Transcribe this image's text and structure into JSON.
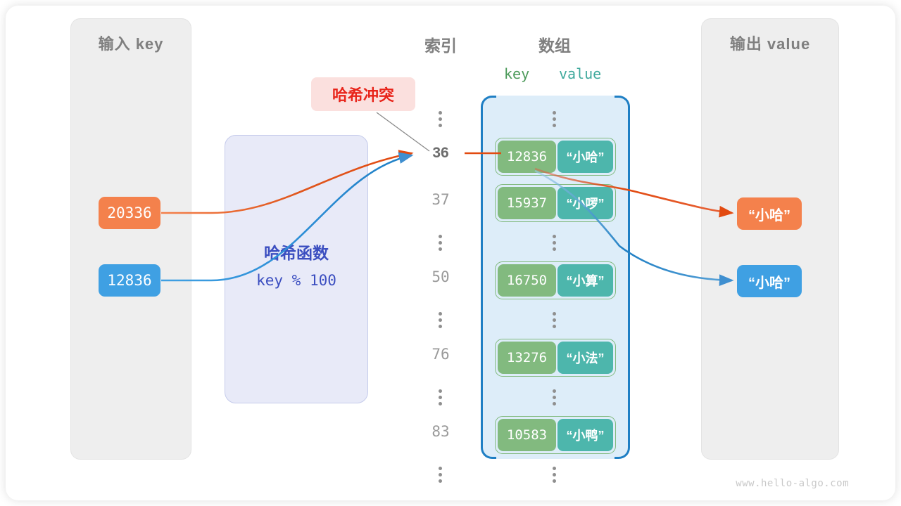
{
  "frame": {
    "watermark": "www.hello-algo.com"
  },
  "panels": {
    "input": {
      "title": "输入 key"
    },
    "output": {
      "title": "输出 value"
    }
  },
  "input_keys": [
    {
      "label": "20336",
      "color": "#f4814c"
    },
    {
      "label": "12836",
      "color": "#3fa0e3"
    }
  ],
  "hash_function": {
    "title": "哈希函数",
    "formula": "key % 100"
  },
  "collision": {
    "label": "哈希冲突",
    "color": "#e8241a",
    "bg": "#fbe0de"
  },
  "columns": {
    "index_header": "索引",
    "array_header": "数组",
    "key_header": "key",
    "value_header": "value",
    "key_color": "#4c9a5a",
    "value_color": "#3fa99c"
  },
  "array_rows": [
    {
      "kind": "dots",
      "index": "",
      "highlight": false
    },
    {
      "kind": "bucket",
      "index": "36",
      "highlight": true,
      "key": "12836",
      "value": "“小哈”"
    },
    {
      "kind": "bucket",
      "index": "37",
      "highlight": false,
      "key": "15937",
      "value": "“小啰”"
    },
    {
      "kind": "dots",
      "index": "",
      "highlight": false
    },
    {
      "kind": "bucket",
      "index": "50",
      "highlight": false,
      "key": "16750",
      "value": "“小算”"
    },
    {
      "kind": "dots",
      "index": "",
      "highlight": false
    },
    {
      "kind": "bucket",
      "index": "76",
      "highlight": false,
      "key": "13276",
      "value": "“小法”"
    },
    {
      "kind": "dots",
      "index": "",
      "highlight": false
    },
    {
      "kind": "bucket",
      "index": "83",
      "highlight": false,
      "key": "10583",
      "value": "“小鸭”"
    },
    {
      "kind": "dots",
      "index": "",
      "highlight": false
    }
  ],
  "outputs": [
    {
      "label": "“小哈”",
      "color": "#f4814c"
    },
    {
      "label": "“小哈”",
      "color": "#3fa0e3"
    }
  ],
  "colors": {
    "bucket_key": "#82ba7f",
    "bucket_value": "#4db6ac",
    "array_bg": "#ddedf9",
    "array_bracket": "#1f7fc4",
    "panel_bg": "#eeeeee",
    "hash_bg": "#e8eaf8",
    "hash_text": "#3b4ec0",
    "orange_flow": "#e24a10",
    "blue_flow": "#1f7fc4"
  }
}
